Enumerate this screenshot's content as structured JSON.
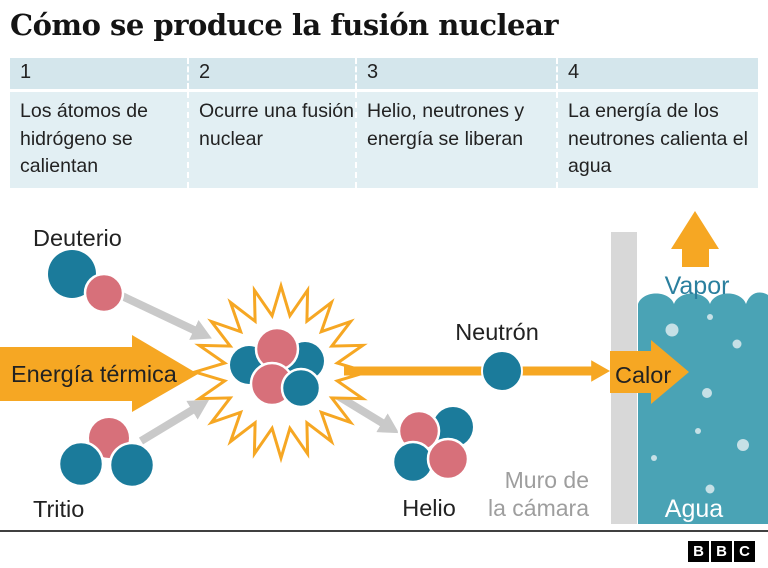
{
  "title": "Cómo se produce la fusión nuclear",
  "steps": {
    "headers": [
      "1",
      "2",
      "3",
      "4"
    ],
    "cells": [
      "Los átomos de hidrógeno se calientan",
      "Ocurre una fusión nuclear",
      "Helio, neutrones y energía se liberan",
      "La energía de los neutrones calienta el agua"
    ]
  },
  "diagram": {
    "labels": {
      "deuterio": "Deuterio",
      "tritio": "Tritio",
      "energia": "Energía térmica",
      "neutron": "Neutrón",
      "helio": "Helio",
      "muro_line1": "Muro de",
      "muro_line2": "la cámara",
      "calor": "Calor",
      "vapor": "Vapor",
      "agua": "Agua"
    },
    "colors": {
      "teal": "#1b7b9b",
      "red": "#d7707a",
      "orange": "#f6a723",
      "water": "#4aa3b5",
      "wall": "#d8d8d8",
      "gray": "#c9c9c9",
      "bubble": "#c6e0e6",
      "muro": "#9e9e9e",
      "vapor": "#2a7f9e",
      "header_bg": "#d4e6ec",
      "cell_bg": "#e2eff3",
      "ink": "#222222"
    }
  },
  "footer": {
    "logo": [
      "B",
      "B",
      "C"
    ]
  }
}
